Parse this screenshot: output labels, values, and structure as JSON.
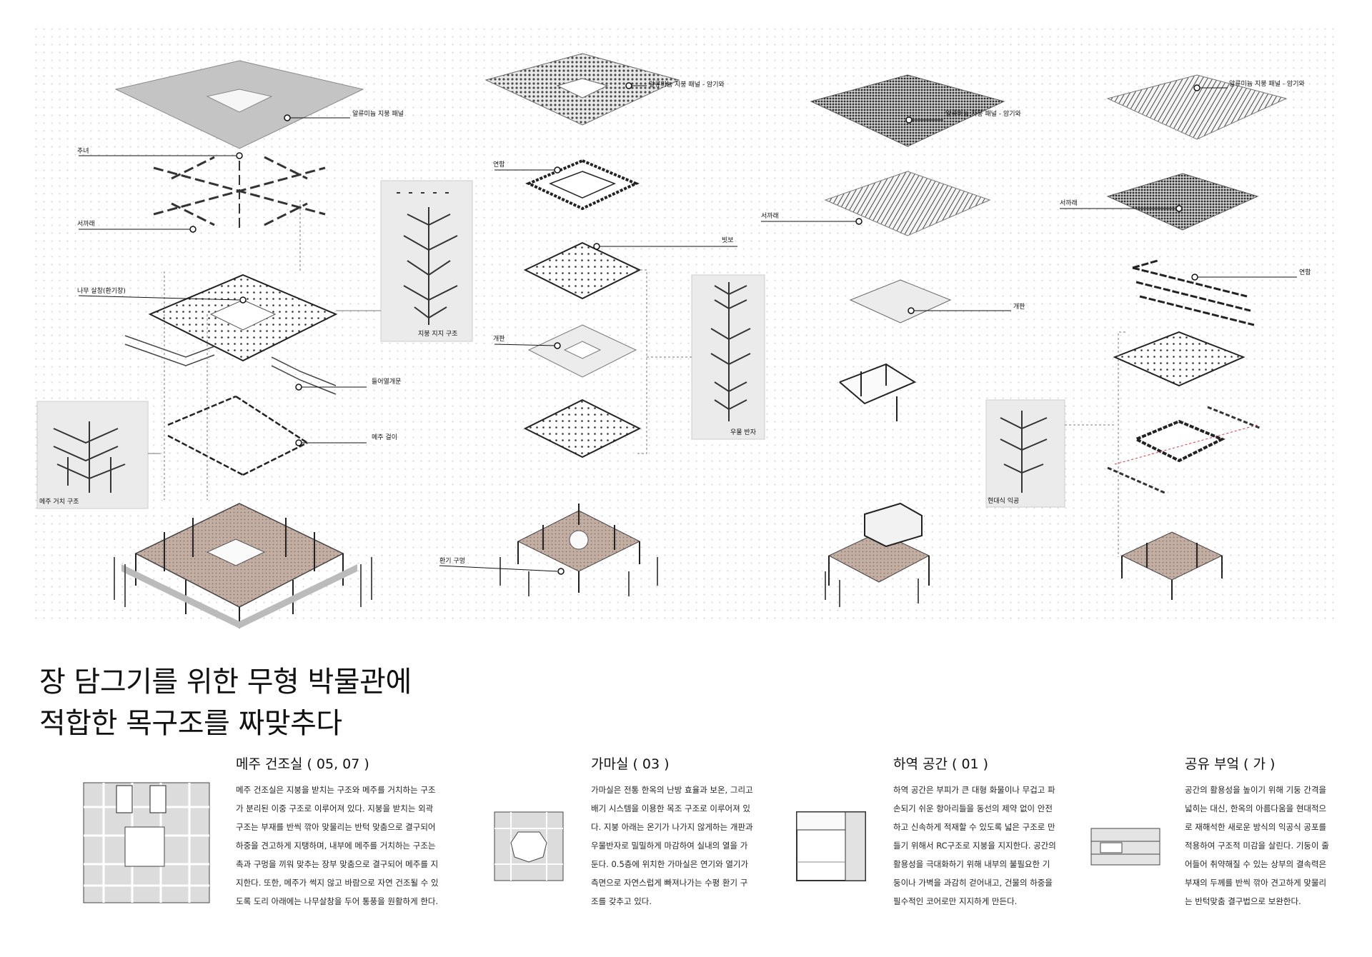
{
  "callouts": {
    "panel_1": "알류미늄 지붕 패널",
    "chunyeo": "추녀",
    "seokarae_1": "서까래",
    "window_1": "나무 살창(환기창)",
    "roof_support": "지붕 지지 구조",
    "lifting_door": "들어열개문",
    "meju_hanger": "메주 걸이",
    "meju_support": "메주 거치 구조",
    "panel_2": "알류미늄 지붕 패널 - 암기와",
    "yeonham_1": "연함",
    "baenjo": "빗보",
    "gaepan_1": "개판",
    "ubul_banja": "우물 반자",
    "vent_hole": "환기 구멍",
    "panel_3": "알류미늄 지붕 패널 - 암기와",
    "seokarae_2": "서까래",
    "gaepan_2": "개판",
    "panel_4": "알류미늄 지붕 패널 - 암기와",
    "seokarae_3": "서까래",
    "yeonham_2": "연함",
    "modern_bracket": "현대식 익공"
  },
  "headline": {
    "line1": "장 담그기를 위한 무형 박물관에",
    "line2": "적합한 목구조를 짜맞추다"
  },
  "sections": [
    {
      "title": "메주 건조실 ( 05, 07 )",
      "lines": [
        "메주 건조실은 지붕을 받치는 구조와 메주를 거치하는 구조",
        "가 분리된 이중 구조로 이루어져 있다. 지붕을 받치는 외곽",
        "구조는 부재를 반씩 깎아 맞물리는 반턱 맞춤으로 결구되어",
        "하중을 견고하게 지탱하며, 내부에 메주를 거치하는 구조는",
        "촉과 구멍을 끼워 맞추는 장부 맞춤으로 결구되어 메주를 지",
        "지한다. 또한, 메주가 썩지 않고 바람으로 자연 건조될 수 있",
        "도록 도리 아래에는 나무살창을 두어 통풍을 원활하게 한다."
      ]
    },
    {
      "title": "가마실 ( 03 )",
      "lines": [
        "가마실은 전통 한옥의 난방 효율과 보온, 그리고",
        "배기 시스템을 이용한 목조 구조로 이루어져 있",
        "다. 지붕 아래는 온기가 나가지 않게하는 개판과",
        "우물반자로 밀밀하게 마감하여 실내의 열을 가",
        "둔다. 0.5층에 위치한 가마실은 연기와 열기가",
        "측면으로 자연스럽게 빠져나가는 수평 환기 구",
        "조를 갖추고 있다."
      ]
    },
    {
      "title": "하역 공간 ( 01 )",
      "lines": [
        "하역 공간은 부피가 큰 대형 화물이나 무겁고 파",
        "손되기 쉬운 항아리들을 동선의 제약 없이 안전",
        "하고 신속하게 적재할 수 있도록 넓은 구조로 만",
        "들기 위해서 RC구조로 지붕을 지지한다. 공간의",
        "활용성을 극대화하기 위해 내부의 불필요한 기",
        "둥이나 가벽을 과감히 걷어내고, 건물의 하중을",
        "필수적인 코어로만 지지하게 만든다."
      ]
    },
    {
      "title": "공유 부엌 ( 가 )",
      "lines": [
        "공간의 활용성을 높이기 위해 기둥 간격을",
        "넓히는 대신, 한옥의 아름다움을 현대적으",
        "로 재해석한 새로운 방식의 익공식 공포를",
        "적용하여 구조적 미감을 살린다. 기둥이 줄",
        "어들어 취약해질 수 있는 상부의 결속력은",
        "부재의 두께를 반씩 깎아 견고하게 맞물리",
        "는 반턱맞춤 결구법으로 보완한다."
      ]
    }
  ]
}
